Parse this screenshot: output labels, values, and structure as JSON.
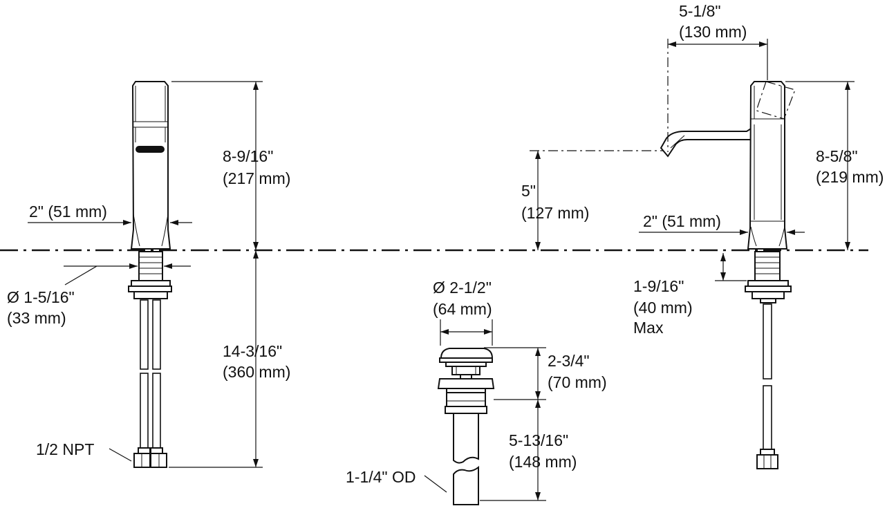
{
  "left_faucet": {
    "height_in": "8-9/16\"",
    "height_mm": "(217 mm)",
    "base_width": "2\" (51 mm)",
    "shank_in": "Ø 1-5/16\"",
    "shank_mm": "(33 mm)",
    "supply_in": "14-3/16\"",
    "supply_mm": "(360 mm)",
    "connection": "1/2 NPT"
  },
  "drain": {
    "cap_in": "Ø 2-1/2\"",
    "cap_mm": "(64 mm)",
    "flange_in": "2-3/4\"",
    "flange_mm": "(70 mm)",
    "tail_in": "5-13/16\"",
    "tail_mm": "(148 mm)",
    "tailpiece": "1-1/4\" OD"
  },
  "right_faucet": {
    "reach_in": "5-1/8\"",
    "reach_mm": "(130 mm)",
    "height_in": "8-5/8\"",
    "height_mm": "(219 mm)",
    "spout_in": "5\"",
    "spout_mm": "(127 mm)",
    "base_width": "2\" (51 mm)",
    "deck_in": "1-9/16\"",
    "deck_mm": "(40 mm)",
    "deck_note": "Max"
  }
}
